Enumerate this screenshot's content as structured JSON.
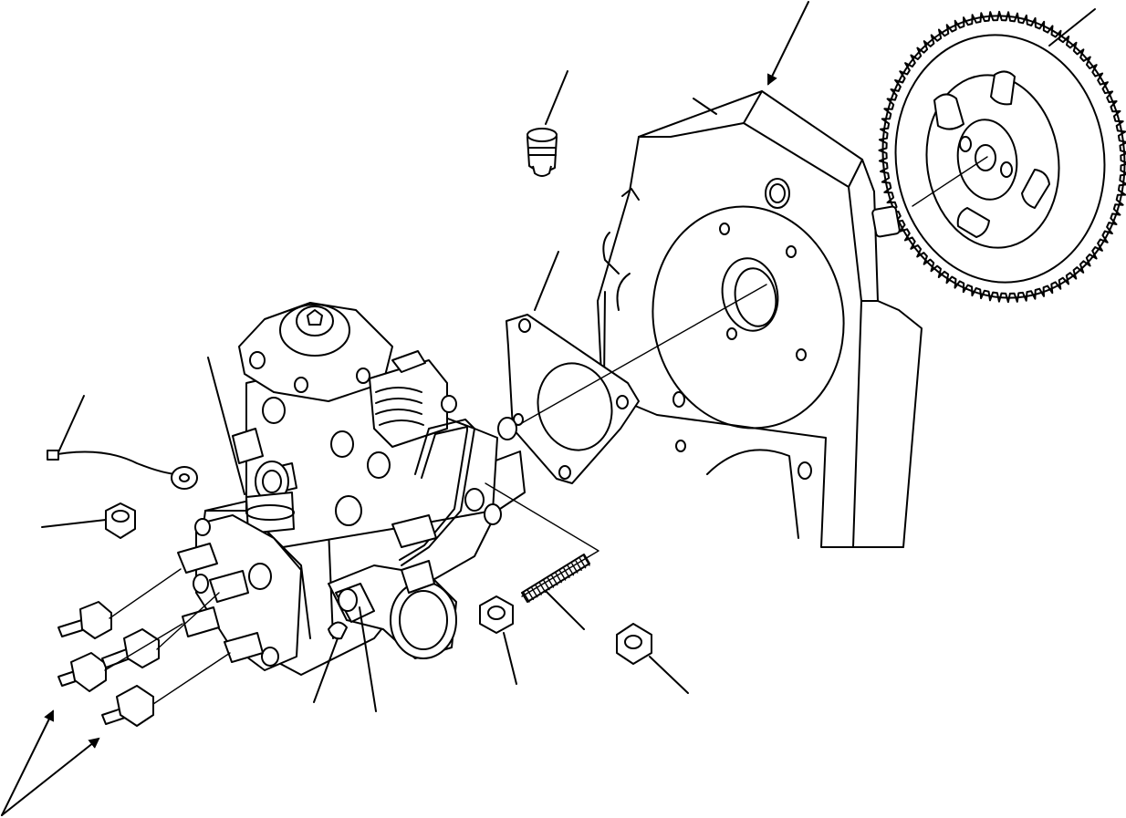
{
  "diagram": {
    "style": "exploded-view line drawing",
    "colors": {
      "background": "#ffffff",
      "stroke": "#000000"
    },
    "leaders": [
      {
        "name": "leader-housing"
      },
      {
        "name": "leader-gear"
      },
      {
        "name": "leader-plug"
      },
      {
        "name": "leader-gasket"
      },
      {
        "name": "leader-pump-body"
      },
      {
        "name": "leader-ground-wire"
      },
      {
        "name": "leader-nut-left"
      },
      {
        "name": "leader-solenoid-a"
      },
      {
        "name": "leader-solenoid-b"
      },
      {
        "name": "leader-nut-center"
      },
      {
        "name": "leader-stud"
      },
      {
        "name": "leader-nut-right"
      },
      {
        "name": "leader-arrows-fittings"
      }
    ]
  }
}
